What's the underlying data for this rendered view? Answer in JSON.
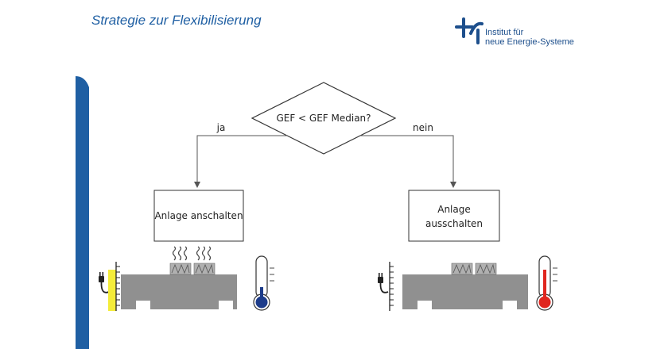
{
  "slide": {
    "title": "Strategie zur Flexibilisierung"
  },
  "logo": {
    "line1": "Institut für",
    "line2": "neue Energie-Systeme",
    "icon": "ine-logo-icon"
  },
  "flow": {
    "decision": "GEF < GEF Median?",
    "branch_yes": "ja",
    "branch_no": "nein",
    "action_on": "Anlage anschalten",
    "action_off_line1": "Anlage",
    "action_off_line2": "ausschalten"
  },
  "colors": {
    "title": "#1f5fa3",
    "accent_bar": "#1f5fa3",
    "logo": "#1d4f8c",
    "power_on": "#f4ec3a",
    "thermo_cold": "#1d3c8a",
    "thermo_hot": "#e0261f",
    "machine": "#909090"
  },
  "icons": [
    "power-plug-icon",
    "heat-waves-icon",
    "thermometer-icon"
  ]
}
